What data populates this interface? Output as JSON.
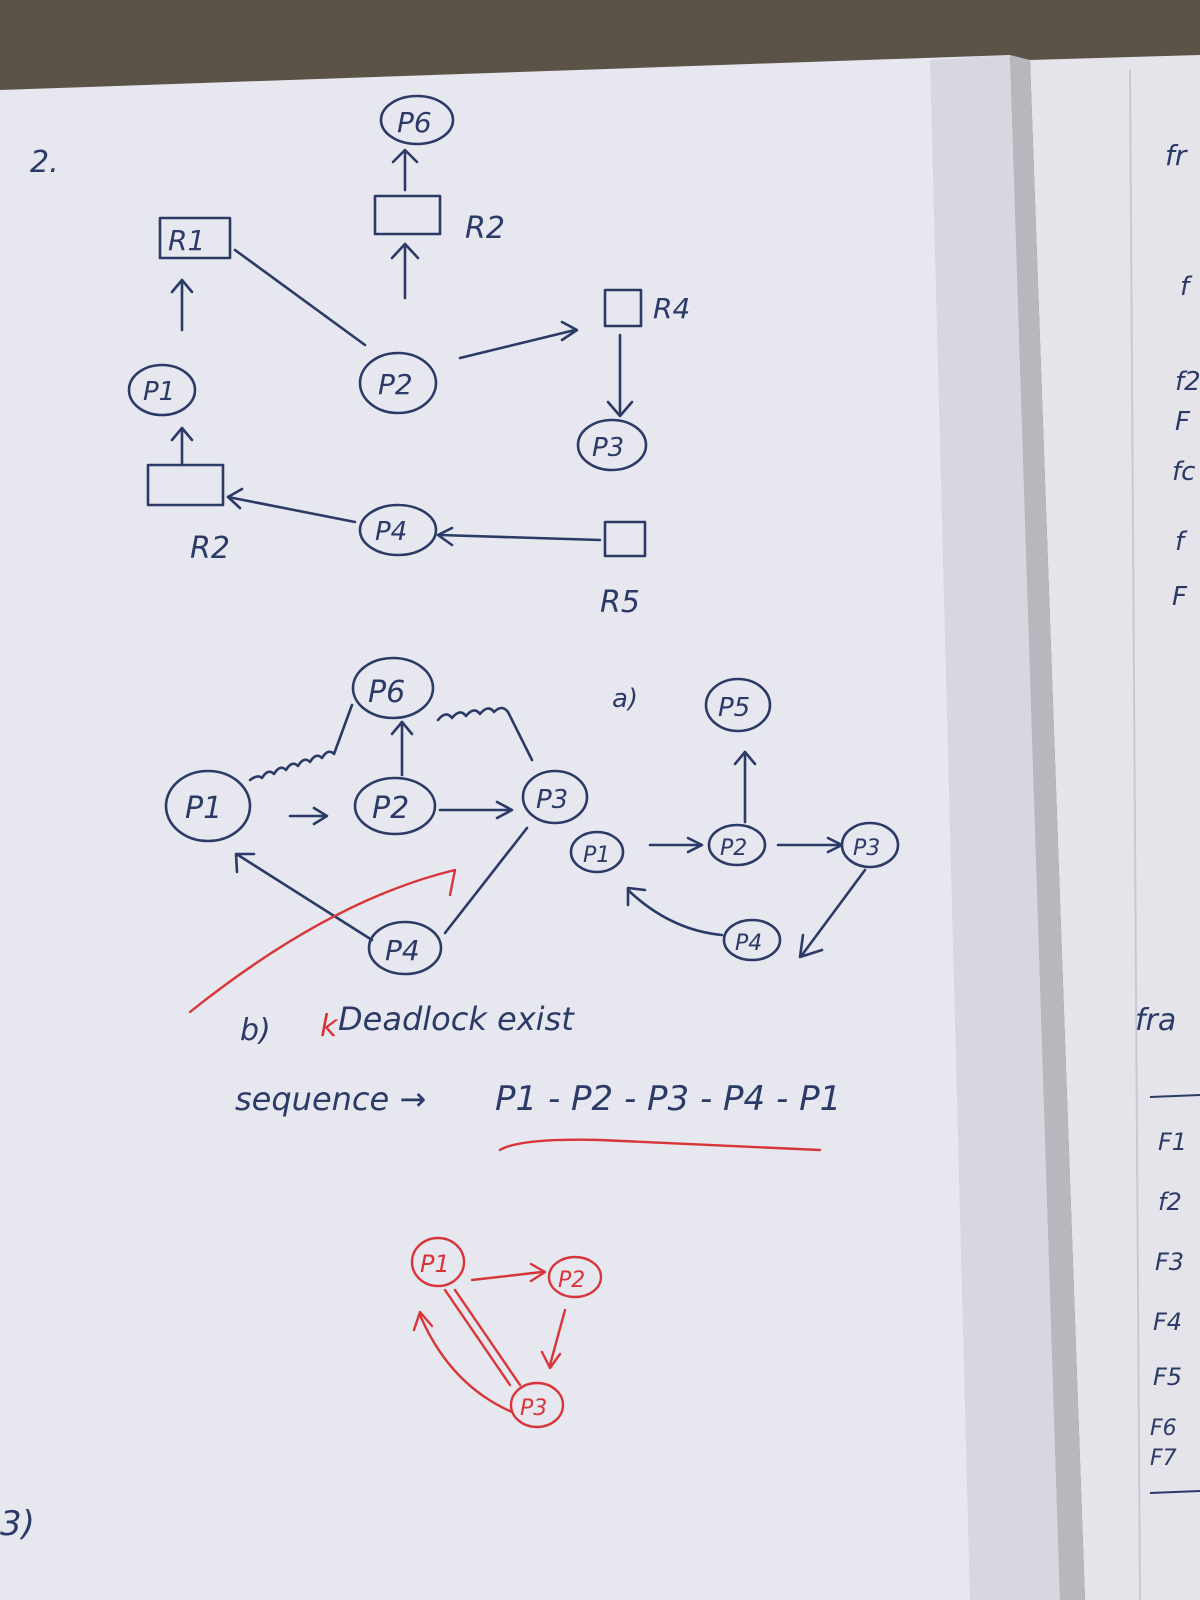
{
  "photo": {
    "description_free": true,
    "colors": {
      "paper": "#e9e9f0",
      "ink": "#2b3a66",
      "red_ink": "#d8353a",
      "background": "#7d7466"
    }
  },
  "left_page": {
    "question_number": "2.",
    "graph1": {
      "processes": [
        "P6",
        "P1",
        "P2",
        "P3",
        "P4"
      ],
      "resources": [
        "R1",
        "R2",
        "R2",
        "R4",
        "R5"
      ]
    },
    "graph2": {
      "nodes": [
        "P6",
        "P1",
        "P2",
        "P3",
        "P4"
      ]
    },
    "part_a": {
      "label": "a)",
      "nodes": [
        "P5",
        "P1",
        "P2",
        "P3",
        "P4"
      ]
    },
    "part_b": {
      "label": "b)",
      "answer": "Deadlock exist",
      "sequence_label": "sequence →",
      "sequence": "P1 - P2 - P3 - P4 - P1"
    },
    "red_correction": {
      "nodes": [
        "P1",
        "P2",
        "P3"
      ]
    },
    "next_question": "3)"
  },
  "right_page": {
    "fragments": [
      "fr",
      "f",
      "f2",
      "F",
      "fc",
      "f",
      "F",
      "fra",
      "F1",
      "f2",
      "F3",
      "F4",
      "F5",
      "F6",
      "F7"
    ]
  }
}
